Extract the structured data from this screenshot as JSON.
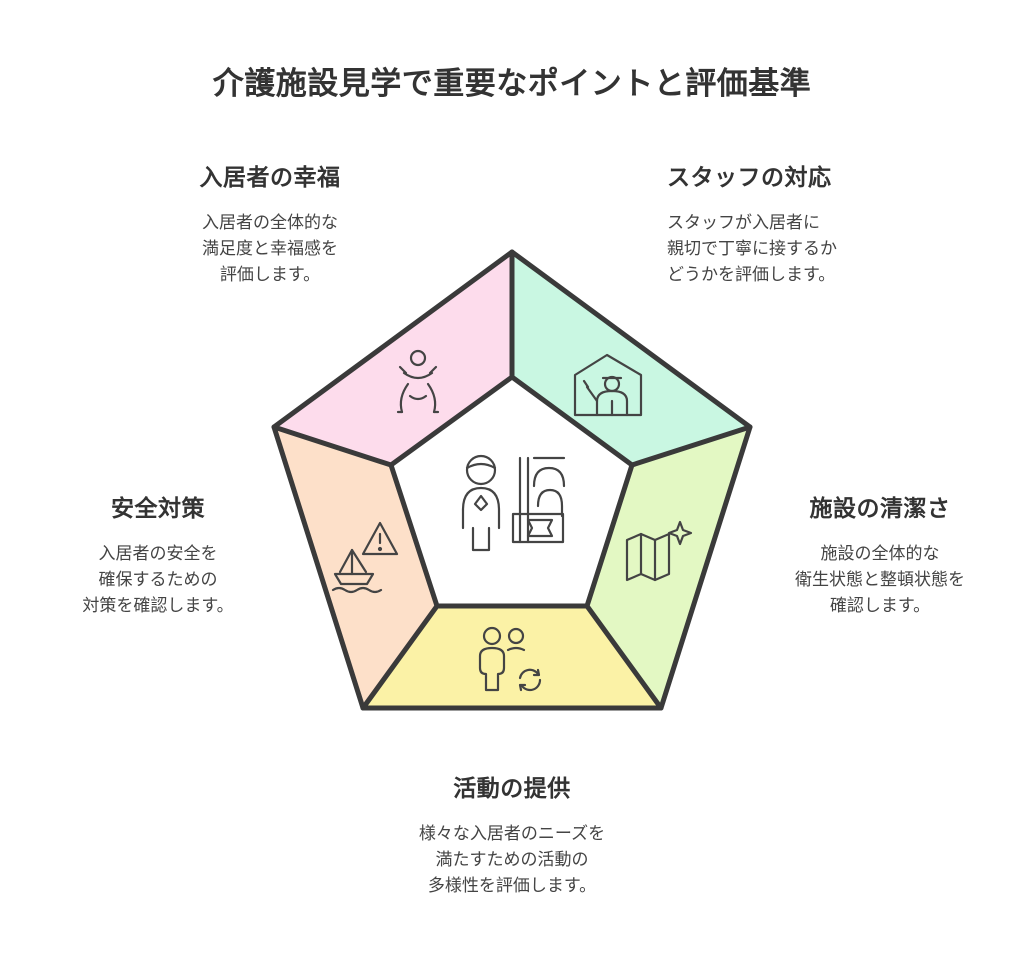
{
  "title": "介護施設見学で重要なポイントと評価基準",
  "sections": {
    "happiness": {
      "heading": "入居者の幸福",
      "lines": [
        "入居者の全体的な",
        "満足度と幸福感を",
        "評価します。"
      ],
      "color": "#fddcec"
    },
    "staff": {
      "heading": "スタッフの対応",
      "lines": [
        "スタッフが入居者に",
        "親切で丁寧に接するか",
        "どうかを評価します。"
      ],
      "color": "#c9f7e2"
    },
    "cleanliness": {
      "heading": "施設の清潔さ",
      "lines": [
        "施設の全体的な",
        "衛生状態と整頓状態を",
        "確認します。"
      ],
      "color": "#e3f8c3"
    },
    "activities": {
      "heading": "活動の提供",
      "lines": [
        "様々な入居者のニーズを",
        "満たすための活動の",
        "多様性を評価します。"
      ],
      "color": "#fbf2a6"
    },
    "safety": {
      "heading": "安全対策",
      "lines": [
        "入居者の安全を",
        "確保するための",
        "対策を確認します。"
      ],
      "color": "#fde0c9"
    }
  },
  "icons": {
    "happiness": "happy-person-icon",
    "staff": "staff-waving-icon",
    "cleanliness": "sparkle-map-icon",
    "activities": "people-cycle-icon",
    "safety": "warning-boat-icon",
    "center": "caregiver-facility-icon"
  },
  "outline_color": "#3a3a3a"
}
